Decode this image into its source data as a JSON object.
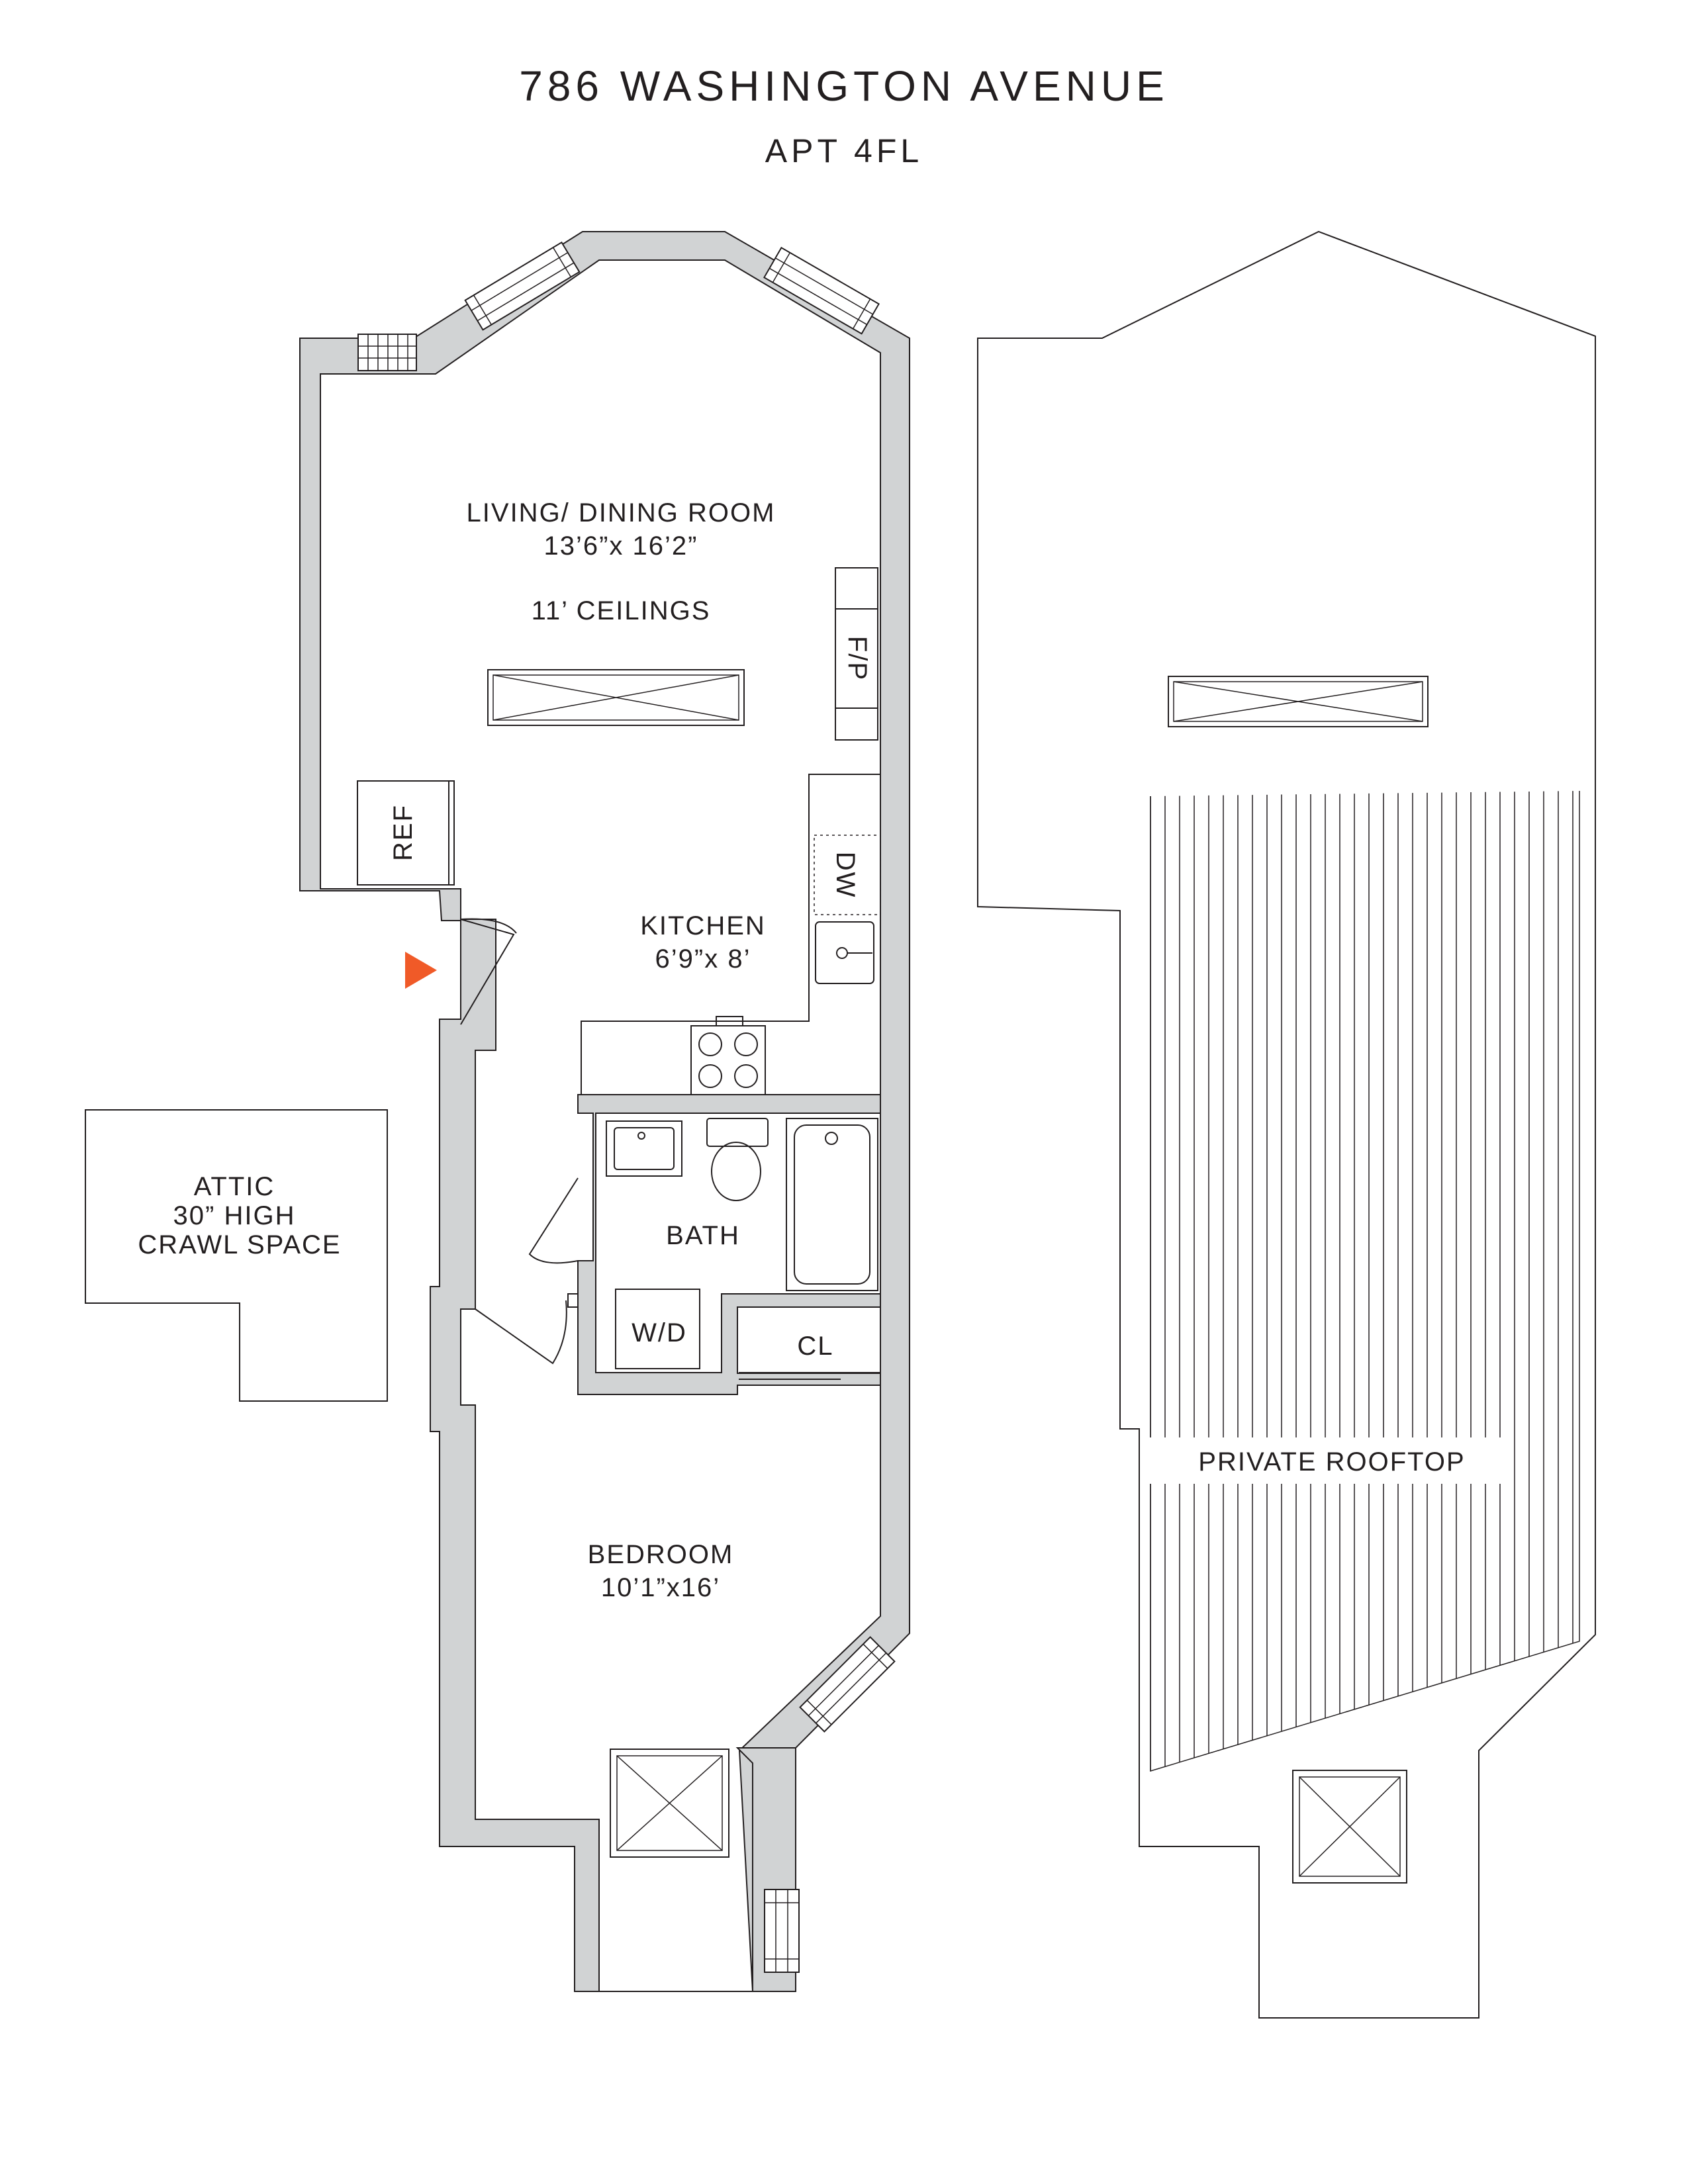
{
  "header": {
    "address": "786 WASHINGTON AVENUE",
    "unit": "APT 4FL"
  },
  "rooms": {
    "living": {
      "name": "LIVING/ DINING ROOM",
      "dims": "13’6”x 16’2”",
      "note": "11’ CEILINGS"
    },
    "kitchen": {
      "name": "KITCHEN",
      "dims": "6’9”x 8’"
    },
    "bath": {
      "name": "BATH"
    },
    "bedroom": {
      "name": "BEDROOM",
      "dims": "10’1”x16’"
    },
    "closet": {
      "name": "CL"
    },
    "attic": {
      "line1": "ATTIC",
      "line2": "30” HIGH",
      "line3": "CRAWL SPACE"
    },
    "rooftop": {
      "name": "PRIVATE ROOFTOP"
    }
  },
  "fixtures": {
    "fireplace": "F/P",
    "refrigerator": "REF",
    "dishwasher": "DW",
    "washer_dryer": "W/D"
  },
  "colors": {
    "wall_fill": "#d1d3d4",
    "line": "#231f20",
    "entry_marker": "#f05a28"
  }
}
